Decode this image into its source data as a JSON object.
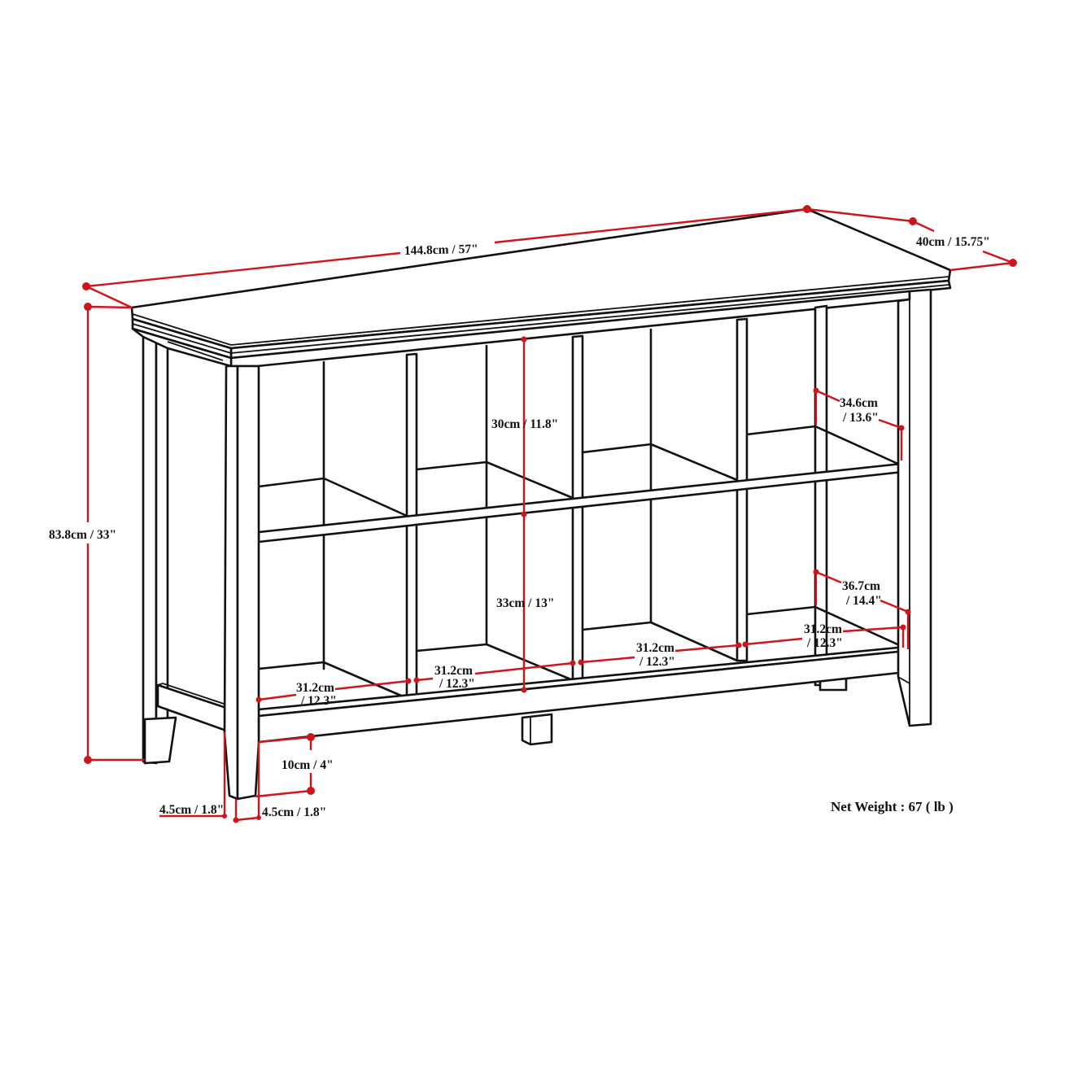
{
  "diagram": {
    "subject": "8-cube storage console / sofa table",
    "colors": {
      "outline": "#111111",
      "dimension": "#d0141c",
      "background": "#ffffff"
    },
    "dimensions": {
      "overall_width": "144.8cm / 57\"",
      "overall_depth": "40cm / 15.75\"",
      "overall_height": "83.8cm / 33\"",
      "upper_cubby_height": "30cm / 11.8\"",
      "lower_cubby_height": "33cm / 13\"",
      "upper_cubby_depth_line1": "34.6cm",
      "upper_cubby_depth_line2": "/ 13.6\"",
      "lower_cubby_depth_line1": "36.7cm",
      "lower_cubby_depth_line2": "/ 14.4\"",
      "cubby_width_line1": "31.2cm",
      "cubby_width_line2": "/ 12.3\"",
      "ground_clearance": "10cm / 4\"",
      "leg_width_side": "4.5cm / 1.8\"",
      "leg_width_front": "4.5cm / 1.8\""
    },
    "cubbies": [
      {
        "row": "lower",
        "col": 1,
        "width_line1": "31.2cm",
        "width_line2": "/ 12.3\""
      },
      {
        "row": "lower",
        "col": 2,
        "width_line1": "31.2cm",
        "width_line2": "/ 12.3\""
      },
      {
        "row": "lower",
        "col": 3,
        "width_line1": "31.2cm",
        "width_line2": "/ 12.3\""
      },
      {
        "row": "lower",
        "col": 4,
        "width_line1": "31.2cm",
        "width_line2": "/ 12.3\""
      }
    ],
    "net_weight": "Net Weight : 67 ( lb )"
  }
}
